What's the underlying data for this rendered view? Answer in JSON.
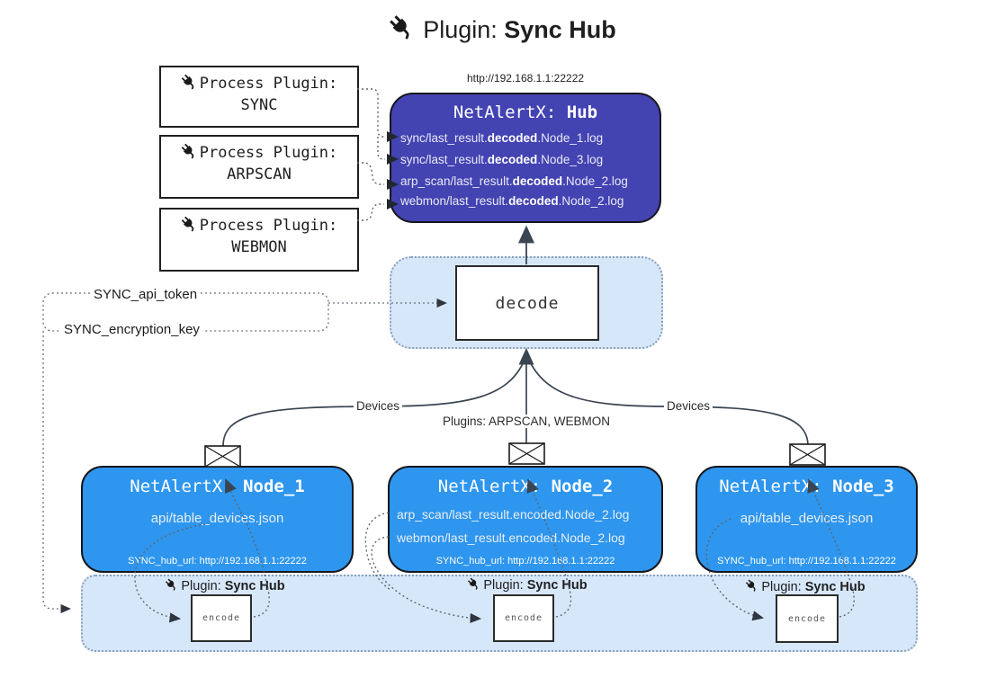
{
  "page_title": {
    "prefix": "Plugin: ",
    "name": "Sync Hub"
  },
  "process_plugins": [
    {
      "label": "Process Plugin:",
      "name": "SYNC"
    },
    {
      "label": "Process Plugin:",
      "name": "ARPSCAN"
    },
    {
      "label": "Process Plugin:",
      "name": "WEBMON"
    }
  ],
  "hub": {
    "url": "http://192.168.1.1:22222",
    "title_prefix": "NetAlertX: ",
    "title_name": "Hub",
    "log_lines": [
      {
        "pre": "sync/last_result.",
        "em": "decoded",
        "post": ".Node_1.log"
      },
      {
        "pre": "sync/last_result.",
        "em": "decoded",
        "post": ".Node_3.log"
      },
      {
        "pre": "arp_scan/last_result.",
        "em": "decoded",
        "post": ".Node_2.log"
      },
      {
        "pre": "webmon/last_result.",
        "em": "decoded",
        "post": ".Node_2.log"
      }
    ]
  },
  "decode": {
    "label": "decode"
  },
  "config_keys": {
    "api_token": "SYNC_api_token",
    "encryption_key": "SYNC_encryption_key"
  },
  "edge_labels": {
    "left": "Devices",
    "center": "Plugins: ARPSCAN, WEBMON",
    "right": "Devices"
  },
  "nodes": [
    {
      "title_prefix": "NetAlertX: ",
      "title_name": "Node_1",
      "files": [
        "api/table_devices.json"
      ],
      "hub_url_label": "SYNC_hub_url: http://192.168.1.1:22222"
    },
    {
      "title_prefix": "NetAlertX: ",
      "title_name": "Node_2",
      "files": [
        "arp_scan/last_result.encoded.Node_2.log",
        "webmon/last_result.encoded.Node_2.log"
      ],
      "hub_url_label": "SYNC_hub_url: http://192.168.1.1:22222"
    },
    {
      "title_prefix": "NetAlertX: ",
      "title_name": "Node_3",
      "files": [
        "api/table_devices.json"
      ],
      "hub_url_label": "SYNC_hub_url: http://192.168.1.1:22222"
    }
  ],
  "encoders": [
    {
      "label_prefix": "Plugin: ",
      "label_name": "Sync Hub",
      "box_label": "encode"
    },
    {
      "label_prefix": "Plugin: ",
      "label_name": "Sync Hub",
      "box_label": "encode"
    },
    {
      "label_prefix": "Plugin: ",
      "label_name": "Sync Hub",
      "box_label": "encode"
    }
  ],
  "colors": {
    "hub_bg": "#4343b2",
    "node_bg": "#2e96ee",
    "panel_bg": "#d7e7fa",
    "solid_line": "#3a4552",
    "dotted_line": "#5c6670",
    "border_dark": "#16161d"
  }
}
